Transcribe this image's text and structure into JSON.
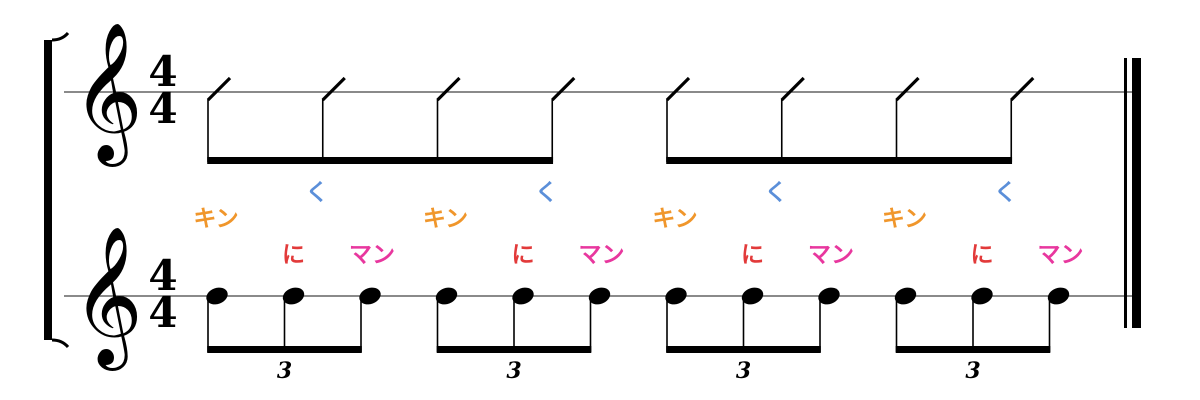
{
  "score": {
    "clef_glyph": "𝄞",
    "top_staff": {
      "time_signature": {
        "numerator": "4",
        "denominator": "4"
      },
      "beats_per_measure": 4,
      "beat_note_groups": [
        {
          "beat": 0,
          "note_count": 4,
          "notehead": "slash"
        },
        {
          "beat": 2,
          "note_count": 4,
          "notehead": "slash"
        }
      ]
    },
    "bottom_staff": {
      "time_signature": {
        "numerator": "4",
        "denominator": "4"
      },
      "beat_groups": [
        {
          "beat": 0,
          "tuplet_label": "3",
          "note_count": 3
        },
        {
          "beat": 1,
          "tuplet_label": "3",
          "note_count": 3
        },
        {
          "beat": 2,
          "tuplet_label": "3",
          "note_count": 3
        },
        {
          "beat": 3,
          "tuplet_label": "3",
          "note_count": 3
        }
      ]
    },
    "lyrics_top": [
      {
        "text": "く",
        "color": "#5b8fd9",
        "beat": 0,
        "sub": 2
      },
      {
        "text": "く",
        "color": "#5b8fd9",
        "beat": 1,
        "sub": 2
      },
      {
        "text": "く",
        "color": "#5b8fd9",
        "beat": 2,
        "sub": 2
      },
      {
        "text": "く",
        "color": "#5b8fd9",
        "beat": 3,
        "sub": 2
      }
    ],
    "lyrics_bottom": [
      {
        "text": "キン",
        "color": "#f0962b",
        "beat": 0,
        "sub": 0
      },
      {
        "text": "に",
        "color": "#e23a3a",
        "beat": 0,
        "sub": 1
      },
      {
        "text": "マン",
        "color": "#e8379e",
        "beat": 0,
        "sub": 2
      },
      {
        "text": "キン",
        "color": "#f0962b",
        "beat": 1,
        "sub": 0
      },
      {
        "text": "に",
        "color": "#e23a3a",
        "beat": 1,
        "sub": 1
      },
      {
        "text": "マン",
        "color": "#e8379e",
        "beat": 1,
        "sub": 2
      },
      {
        "text": "キン",
        "color": "#f0962b",
        "beat": 2,
        "sub": 0
      },
      {
        "text": "に",
        "color": "#e23a3a",
        "beat": 2,
        "sub": 1
      },
      {
        "text": "マン",
        "color": "#e8379e",
        "beat": 2,
        "sub": 2
      },
      {
        "text": "キン",
        "color": "#f0962b",
        "beat": 3,
        "sub": 0
      },
      {
        "text": "に",
        "color": "#e23a3a",
        "beat": 3,
        "sub": 1
      },
      {
        "text": "マン",
        "color": "#e8379e",
        "beat": 3,
        "sub": 2
      }
    ],
    "colors": {
      "ink": "#000000",
      "staff_line": "#444444"
    }
  }
}
